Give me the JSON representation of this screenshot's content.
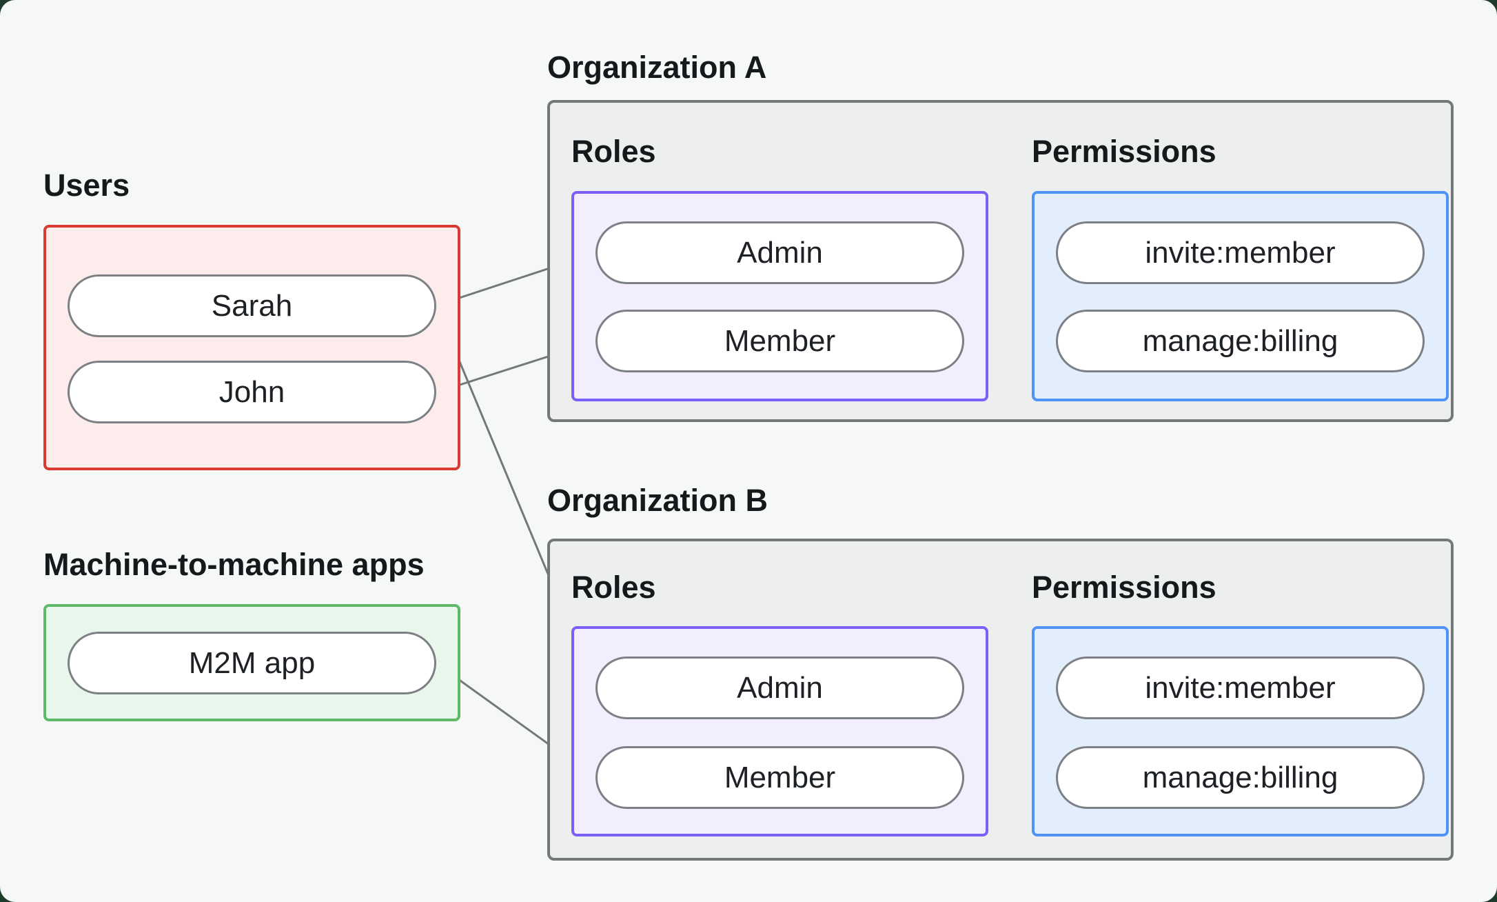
{
  "users": {
    "label": "Users",
    "items": [
      "Sarah",
      "John"
    ]
  },
  "m2m": {
    "label": "Machine-to-machine apps",
    "items": [
      "M2M app"
    ]
  },
  "orgs": [
    {
      "label": "Organization A",
      "roles": {
        "label": "Roles",
        "items": [
          "Admin",
          "Member"
        ]
      },
      "permissions": {
        "label": "Permissions",
        "items": [
          "invite:member",
          "manage:billing"
        ]
      }
    },
    {
      "label": "Organization B",
      "roles": {
        "label": "Roles",
        "items": [
          "Admin",
          "Member"
        ]
      },
      "permissions": {
        "label": "Permissions",
        "items": [
          "invite:member",
          "manage:billing"
        ]
      }
    }
  ],
  "connections": [
    {
      "from": "Sarah",
      "to": "Admin",
      "org": "Organization A"
    },
    {
      "from": "John",
      "to": "Member",
      "org": "Organization A"
    },
    {
      "from": "Sarah",
      "to": "Admin",
      "org": "Organization B"
    },
    {
      "from": "M2M app",
      "to": "Member",
      "org": "Organization B"
    },
    {
      "from": "Admin",
      "to": "invite:member",
      "org": "Organization A"
    },
    {
      "from": "Admin",
      "to": "manage:billing",
      "org": "Organization A"
    },
    {
      "from": "Member",
      "to": "manage:billing",
      "org": "Organization A"
    },
    {
      "from": "Admin",
      "to": "invite:member",
      "org": "Organization B"
    },
    {
      "from": "Admin",
      "to": "manage:billing",
      "org": "Organization B"
    },
    {
      "from": "Member",
      "to": "manage:billing",
      "org": "Organization B"
    }
  ],
  "colors": {
    "page_background": "#f5f8f6",
    "corner_background": "#1e3c2b",
    "users_border": "#d93b32",
    "users_fill": "#fcedec",
    "m2m_border": "#5fb969",
    "m2m_fill": "#e9f6eb",
    "org_border": "#73787b",
    "org_fill": "#edefee",
    "roles_border": "#7b5ff6",
    "roles_fill": "#f3eefe",
    "permissions_border": "#4f93f7",
    "permissions_fill": "#e2eefc",
    "pill_border": "#7c8084",
    "connector": "#74787b",
    "text": "#16191c"
  }
}
